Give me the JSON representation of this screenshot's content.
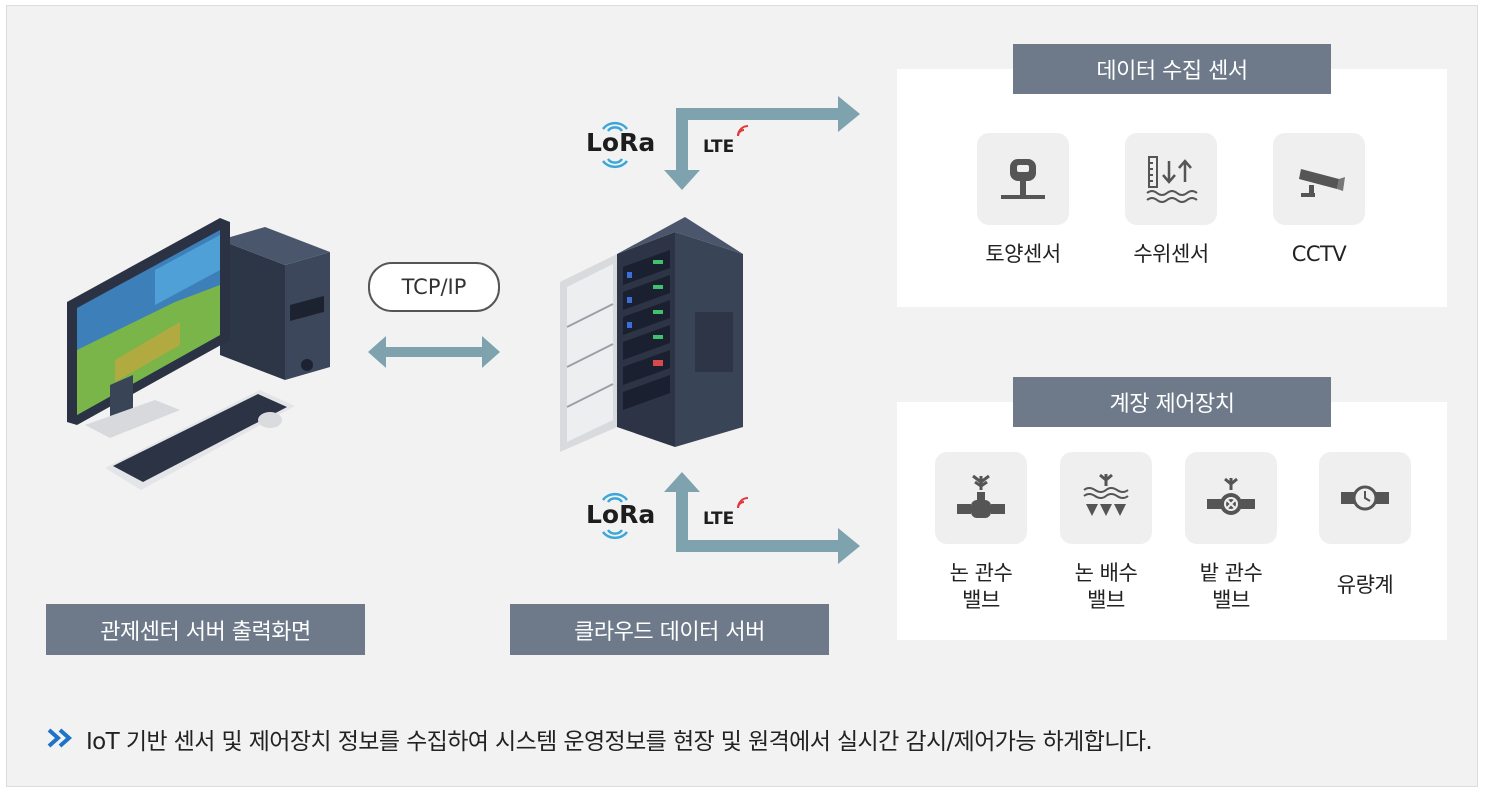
{
  "labels": {
    "control_center": "관제센터 서버 출력화면",
    "cloud_server": "클라우드 데이터 서버",
    "tcpip": "TCP/IP",
    "lora_top": "LoRa",
    "lte_top": "LTE",
    "lora_bottom": "LoRa",
    "lte_bottom": "LTE"
  },
  "sensors": {
    "title": "데이터 수집 센서",
    "items": [
      {
        "label": "토양센서",
        "icon": "soil-sensor-icon"
      },
      {
        "label": "수위센서",
        "icon": "water-level-sensor-icon"
      },
      {
        "label": "CCTV",
        "icon": "cctv-camera-icon"
      }
    ]
  },
  "controls": {
    "title": "계장 제어장치",
    "items": [
      {
        "line1": "논 관수",
        "line2": "밸브",
        "icon": "paddy-irrigation-valve-icon"
      },
      {
        "line1": "논 배수",
        "line2": "밸브",
        "icon": "paddy-drainage-valve-icon"
      },
      {
        "line1": "밭 관수",
        "line2": "밸브",
        "icon": "field-irrigation-valve-icon"
      },
      {
        "line1": "유량계",
        "line2": "",
        "icon": "flow-meter-icon"
      }
    ]
  },
  "note": "IoT 기반 센서 및 제어장치 정보를 수집하여 시스템 운영정보를 현장 및 원격에서 실시간 감시/제어가능 하게합니다.",
  "colors": {
    "label_bg": "#6e7a8a",
    "arrow": "#7ea3ae",
    "signal_blue": "#3aa7d8",
    "signal_red": "#e0393e",
    "bullet": "#1e73c8"
  }
}
